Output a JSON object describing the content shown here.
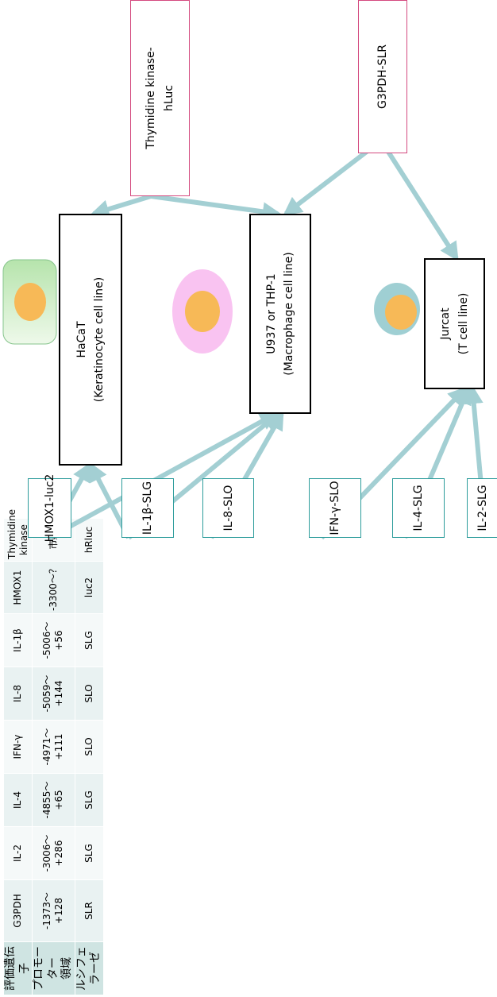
{
  "table": {
    "headers": [
      "評価遺伝子",
      "プロモーター\n領域",
      "ルシフェラーゼ"
    ],
    "rows": [
      {
        "gene": "G3PDH",
        "promoter": "-1373～\n+128",
        "luciferase": "SLR"
      },
      {
        "gene": "IL-2",
        "promoter": "-3006～\n+286",
        "luciferase": "SLG"
      },
      {
        "gene": "IL-4",
        "promoter": "-4855～+65",
        "luciferase": "SLG"
      },
      {
        "gene": "IFN-γ",
        "promoter": "-4971～\n+111",
        "luciferase": "SLO"
      },
      {
        "gene": "IL-8",
        "promoter": "-5059～\n+144",
        "luciferase": "SLO"
      },
      {
        "gene": "IL-1β",
        "promoter": "-5006～+56",
        "luciferase": "SLG"
      },
      {
        "gene": "HMOX1",
        "promoter": "-3300～？",
        "luciferase": "luc2"
      },
      {
        "gene": "Thymidine\nkinase",
        "promoter": "市販",
        "luciferase": "hRluc"
      }
    ]
  },
  "reporters": {
    "hmox1": "HMOX1-luc2",
    "il1b": "IL-1β-SLG",
    "il8": "IL-8-SLO",
    "ifng": "IFN-γ-SLO",
    "il4": "IL-4-SLG",
    "il2": "IL-2-SLG"
  },
  "controls": {
    "tk": "Thymidine kinase-\nhLuc",
    "g3pdh": "G3PDH-SLR"
  },
  "cell_lines": {
    "hacat": {
      "name": "HaCaT",
      "desc": "(Keratinocyte cell line)"
    },
    "u937": {
      "name": "U937 or THP-1",
      "desc": "(Macrophage cell line)"
    },
    "jurcat": {
      "name": "Jurcat",
      "desc": "(T cell line)"
    }
  },
  "colors": {
    "teal_border": "#2c9c9b",
    "pink_border": "#d44a7f",
    "arrow": "#a3cfd3",
    "nucleus": "#f7b957",
    "keratinocyte_fill": "#b6e4ac",
    "macrophage_fill": "#f9c3f1",
    "tcell_fill": "#9fcfd3"
  },
  "icons": [
    "keratinocyte-icon",
    "macrophage-icon",
    "t-cell-icon"
  ]
}
